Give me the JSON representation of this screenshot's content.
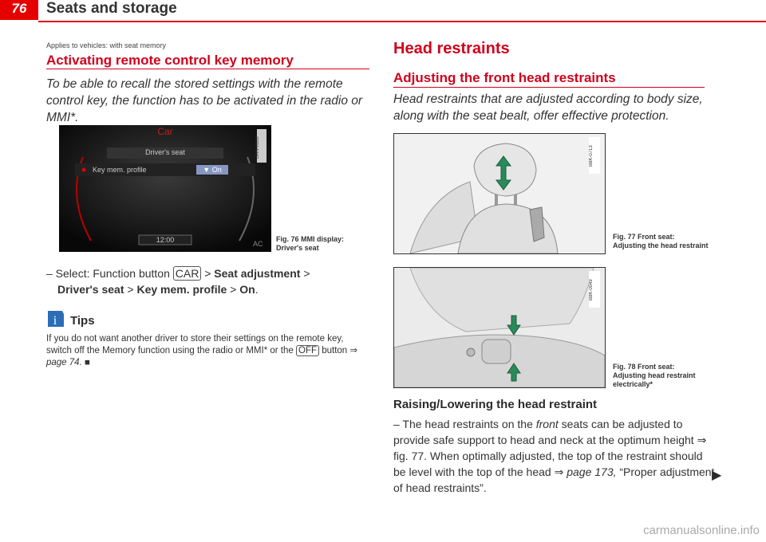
{
  "header": {
    "page_number": "76",
    "title": "Seats and storage"
  },
  "left": {
    "applies": "Applies to vehicles: with seat memory",
    "title": "Activating remote control key memory",
    "intro": "To be able to recall the stored settings with the remote control key, the function has to be activated in the radio or MMI*.",
    "figure": {
      "screen_title": "Car",
      "menu_header": "Driver's seat",
      "menu_item": "Key mem. profile",
      "menu_value": "▼ On",
      "clock": "12:00",
      "ac": "AC",
      "code": "BAN-0000"
    },
    "caption": "Fig. 76 MMI display: Driver's seat",
    "step": {
      "prefix": "– Select: Function button",
      "key": "CAR",
      "sep1": " > ",
      "b1": "Seat adjustment",
      "sep2": " > ",
      "b2": "Driver's seat",
      "sep3": " > ",
      "b3": "Key mem. profile",
      "sep4": " > ",
      "b4": "On",
      "end": "."
    },
    "tips": {
      "label": "Tips",
      "text_a": "If you do not want another driver to store their settings on the remote key, switch off the Memory function using the radio or MMI* or the",
      "key": "OFF",
      "text_b": "button",
      "ref": "⇒ page 74.",
      "end": " ■"
    }
  },
  "right": {
    "title": "Head restraints",
    "subtitle": "Adjusting the front head restraints",
    "intro": "Head restraints that are adjusted according to body size, along with the seat bealt, offer effective protection.",
    "fig77": {
      "code": "B8K-0713",
      "caption": "Fig. 77 Front seat: Adjusting the head restraint"
    },
    "fig78": {
      "code": "B8K-0049",
      "caption": "Fig. 78 Front seat: Adjusting head restraint electrically*"
    },
    "section": "Raising/Lowering the head restraint",
    "step": {
      "a": "– The head restraints on the",
      "front": "front",
      "b": "seats can be adjusted to provide safe support to head and neck at the optimum height ⇒ fig. 77. When optimally adjusted, the top of the restraint should be level with the top of the head",
      "ref": "⇒ page 173,",
      "c": "“Proper adjustment of head restraints”.",
      "arrow": "▶"
    }
  },
  "watermark": "carmanualsonline.info"
}
